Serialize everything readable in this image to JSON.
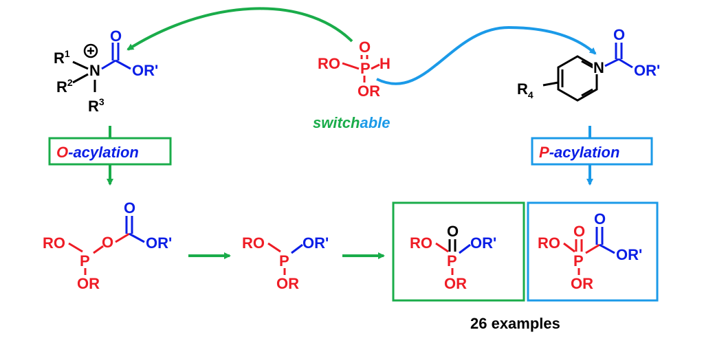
{
  "colors": {
    "red": "#ee1c25",
    "blue": "#0a1ee6",
    "green": "#1aac4a",
    "lightblue": "#1b9ae8",
    "black": "#000000"
  },
  "center_reagent": {
    "ro_left": "RO",
    "p": "P",
    "o_top": "O",
    "h": "H",
    "or_bottom": "OR",
    "switch_part": "switch",
    "able_part": "able"
  },
  "ammonium": {
    "r1": "R",
    "r1_sup": "1",
    "r2": "R",
    "r2_sup": "2",
    "r3": "R",
    "r3_sup": "3",
    "n": "N",
    "plus": "+",
    "o_top": "O",
    "or_prime": "OR'"
  },
  "pyridinium": {
    "r4": "R",
    "r4_sub": "4",
    "n": "N",
    "o_top": "O",
    "or_prime": "OR'"
  },
  "o_acylation": {
    "prefix": "O",
    "suffix": "-acylation"
  },
  "p_acylation": {
    "prefix": "P",
    "suffix": "-acylation"
  },
  "intermediate": {
    "ro": "RO",
    "p": "P",
    "o_link": "O",
    "o_top": "O",
    "or_prime": "OR'",
    "or_bottom": "OR"
  },
  "phosphite": {
    "ro": "RO",
    "p": "P",
    "or_prime": "OR'",
    "or_bottom": "OR"
  },
  "phosphate": {
    "ro": "RO",
    "p": "P",
    "o_top": "O",
    "or_prime": "OR'",
    "or_bottom": "OR"
  },
  "acylphosphonate": {
    "ro": "RO",
    "p": "P",
    "o_p": "O",
    "o_c": "O",
    "or_prime": "OR'",
    "or_bottom": "OR"
  },
  "footer": {
    "examples": "26 examples"
  }
}
